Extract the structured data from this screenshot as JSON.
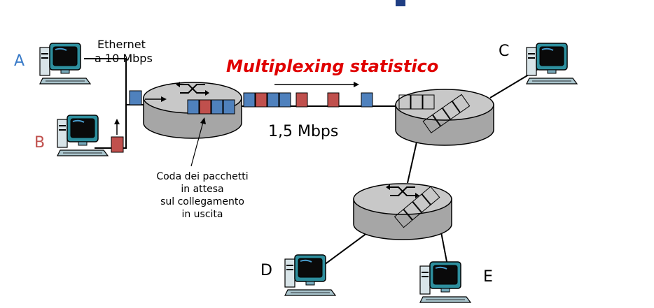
{
  "diagram": {
    "title": "Multiplexing statistico",
    "link_label": "1,5 Mbps",
    "ethernet_label": [
      "Ethernet",
      "a 10 Mbps"
    ],
    "queue_label": [
      "Coda dei pacchetti",
      "in attesa",
      "sul collegamento",
      "in uscita"
    ],
    "hosts": [
      {
        "id": "A",
        "color": "#3a7bc8"
      },
      {
        "id": "B",
        "color": "#c0504d"
      },
      {
        "id": "C",
        "color": "#000000"
      },
      {
        "id": "D",
        "color": "#000000"
      },
      {
        "id": "E",
        "color": "#000000"
      }
    ],
    "colors": {
      "packet_blue": "#4f81bd",
      "packet_red": "#c0504d",
      "router_fill": "#b9b9b9",
      "title_red": "#e00000",
      "top_band": "#1f3e83"
    }
  }
}
